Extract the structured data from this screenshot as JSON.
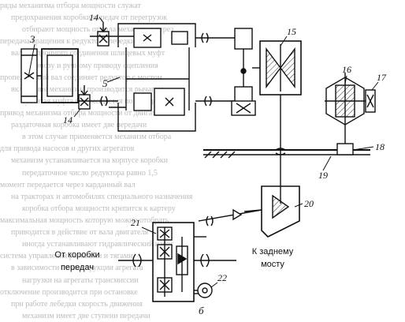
{
  "labels": {
    "n3": "3",
    "n5": "5",
    "n14a": "14",
    "n14b": "14",
    "n15": "15",
    "n16": "16",
    "n17": "17",
    "n18": "18",
    "n19": "19",
    "n20": "20",
    "n21": "21",
    "n22": "22",
    "sub_b": "б"
  },
  "captions": {
    "from_box_1": "От коробки",
    "from_box_2": "передач",
    "to_axle_1": "К заднему",
    "to_axle_2": "мосту"
  },
  "background_text": [
    "ряды механизма отбора мощности служат",
    "предохранения коробки передач от перегрузок",
    "отбирают мощность от вала механизма через",
    "передача вращения к редуктору лебедки",
    "валами двойного соединения шлицевых муфт",
    "к тормозу и ручному приводу сцепления",
    "пропеллерный вал соединяет редуктор с мостом",
    "включение механизма производится рычагом",
    "зубчатая муфта перемещается по шлицам вала",
    "привод механизма отбора мощности от двигателя",
    "раздаточная коробка имеет две передачи",
    "в этом случае применяется механизм отбора",
    "для привода насосов и других агрегатов",
    "механизм устанавливается на корпусе коробки",
    "передаточное число редуктора равно 1,5",
    "момент передается через карданный вал",
    "на тракторах и автомобилях специального назначения",
    "коробка отбора мощности крепится к картеру",
    "максимальная мощность которую можно отобрать",
    "приводится в действие от вала двигателя",
    "иногда устанавливают гидравлический насос",
    "система управления рычагами и тягами",
    "в зависимости от конструкции агрегата",
    "нагрузки на агрегаты трансмиссии",
    "отключение производится при остановке",
    "при работе лебедки скорость движения",
    "механизм имеет две ступени передачи"
  ],
  "colors": {
    "ink": "#111111",
    "hatch": "#555555",
    "background_text": "#bcbcbc",
    "background_lines": "#d8d8d8"
  }
}
